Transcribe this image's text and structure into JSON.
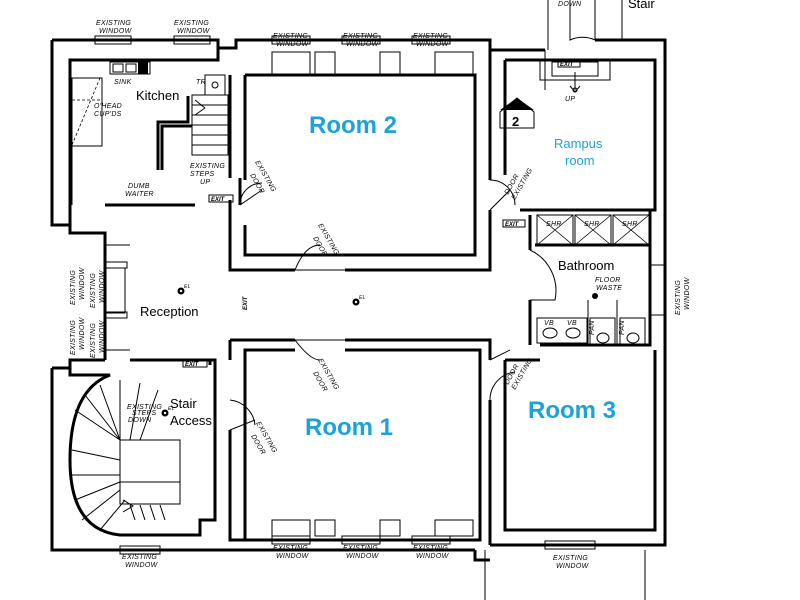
{
  "rooms": {
    "room1": "Room 1",
    "room2": "Room 2",
    "room3": "Room 3",
    "rampus_line1": "Rampus",
    "rampus_line2": "room",
    "kitchen": "Kitchen",
    "reception": "Reception",
    "bathroom": "Bathroom",
    "stair_line1": "Stair",
    "stair_line2": "Access",
    "stair_top": "Stair"
  },
  "notes": {
    "existing": "EXISTING",
    "window": "WINDOW",
    "door": "DOOR",
    "steps": "STEPS",
    "up": "UP",
    "down": "DOWN",
    "dumb": "DUMB",
    "waiter": "WAITER",
    "sink": "SINK",
    "tr": "TR",
    "ohead": "O'HEAD",
    "cupds": "CUP'DS",
    "floor": "FLOOR",
    "waste": "WASTE",
    "vb": "VB",
    "shr": "SHR",
    "pan": "PAN",
    "exit": "EXIT",
    "el": "EL",
    "badge": "2"
  },
  "colors": {
    "room_label": "#1aa3d9",
    "ink": "#000000",
    "background": "#ffffff"
  }
}
